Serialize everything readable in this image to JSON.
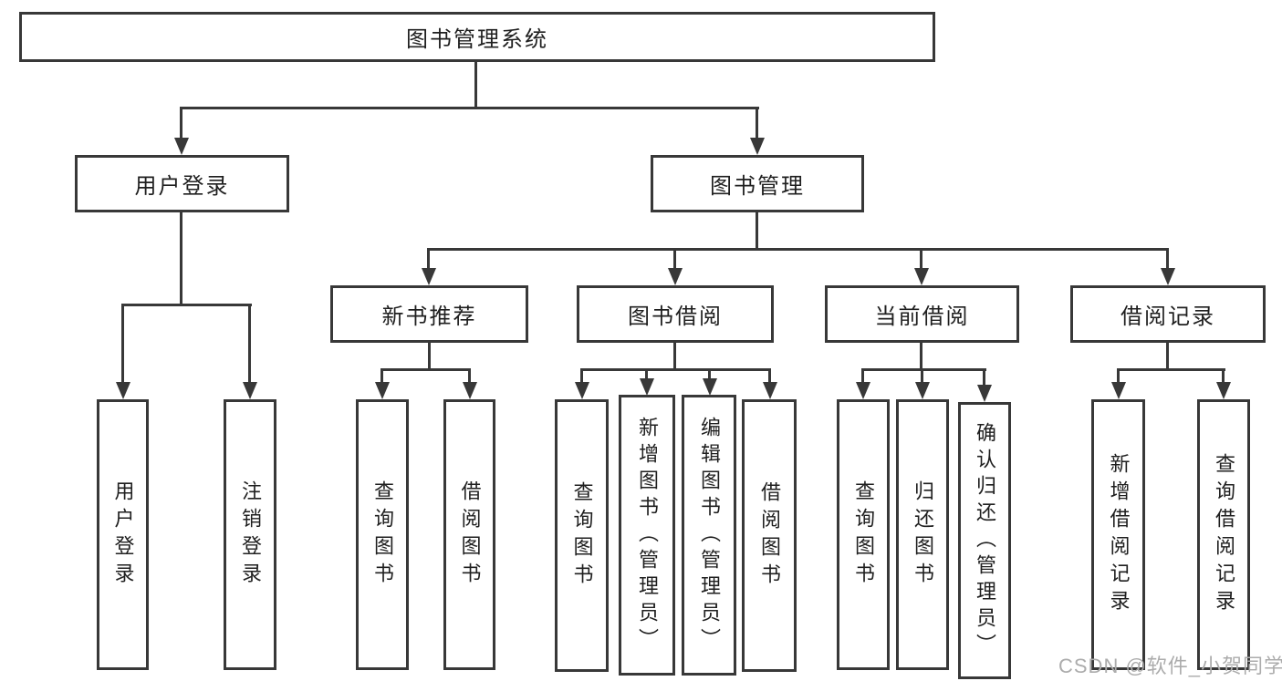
{
  "colors": {
    "line": "#383838",
    "text": "#1f1f1f",
    "background": "#ffffff",
    "watermark": "#acacac"
  },
  "watermark": {
    "text": "CSDN @软件_小贺同学"
  },
  "tree": {
    "root": {
      "label": "图书管理系统"
    },
    "branches": [
      {
        "label": "用户登录",
        "children": [
          {
            "label": "用户登录"
          },
          {
            "label": "注销登录"
          }
        ]
      },
      {
        "label": "图书管理",
        "children": [
          {
            "label": "新书推荐",
            "children": [
              {
                "label": "查询图书"
              },
              {
                "label": "借阅图书"
              }
            ]
          },
          {
            "label": "图书借阅",
            "children": [
              {
                "label": "查询图书"
              },
              {
                "label": "新增图书（管理员）"
              },
              {
                "label": "编辑图书（管理员）"
              },
              {
                "label": "借阅图书"
              }
            ]
          },
          {
            "label": "当前借阅",
            "children": [
              {
                "label": "查询图书"
              },
              {
                "label": "归还图书"
              },
              {
                "label": "确认归还（管理员）"
              }
            ]
          },
          {
            "label": "借阅记录",
            "children": [
              {
                "label": "新增借阅记录"
              },
              {
                "label": "查询借阅记录"
              }
            ]
          }
        ]
      }
    ]
  }
}
